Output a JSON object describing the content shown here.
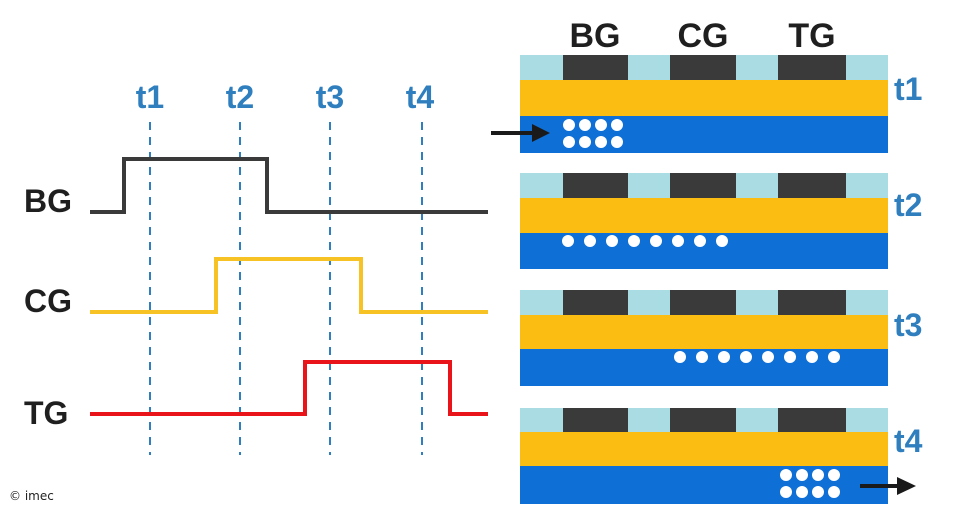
{
  "time_labels": [
    "t1",
    "t2",
    "t3",
    "t4"
  ],
  "signals": [
    {
      "label": "BG",
      "color": "#3a3a3a"
    },
    {
      "label": "CG",
      "color": "#f7c224"
    },
    {
      "label": "TG",
      "color": "#e8141a"
    }
  ],
  "gate_headers": [
    "BG",
    "CG",
    "TG"
  ],
  "panels": [
    {
      "time_label": "t1",
      "electron_pattern": "packed-2x4-under-BG",
      "arrow": "incoming-left"
    },
    {
      "time_label": "t2",
      "electron_pattern": "row-of-8-under-BG-CG",
      "arrow": "none"
    },
    {
      "time_label": "t3",
      "electron_pattern": "row-of-8-under-CG-TG",
      "arrow": "none"
    },
    {
      "time_label": "t4",
      "electron_pattern": "packed-2x4-under-TG",
      "arrow": "outgoing-right"
    }
  ],
  "colors": {
    "dashed_marker": "#2f7fbf",
    "time_label": "#2f7fbf",
    "gate_block": "#3a3a3a",
    "insulator_top": "#a9dce3",
    "insulator_layer": "#fbbd12",
    "channel": "#0e6fd6",
    "electron": "#ffffff",
    "arrow": "#1a1a1a"
  },
  "copyright": "© imec"
}
